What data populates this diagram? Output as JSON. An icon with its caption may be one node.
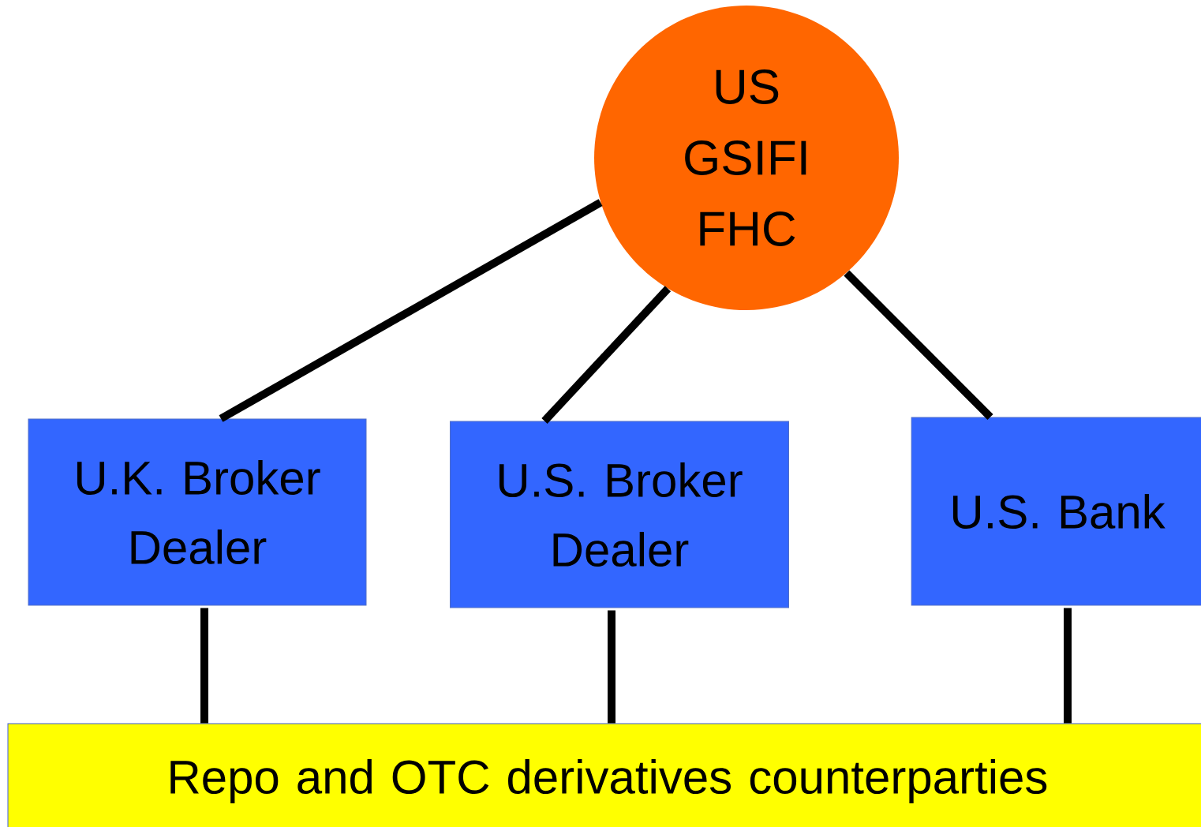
{
  "diagram": {
    "nodes": [
      {
        "text": [
          "US GSIFI FHC"
        ]
      },
      {
        "text": [
          "U.K. Broker Dealer"
        ]
      },
      {
        "text": [
          "U.S. Broker Dealer"
        ]
      },
      {
        "text": [
          "U.S. Bank"
        ]
      },
      {
        "text": [
          "Repo and OTC derivatives counterparties"
        ]
      }
    ],
    "edges": [
      {
        "from": 0,
        "to": 1,
        "arrow": "none"
      },
      {
        "from": 0,
        "to": 2,
        "arrow": "none"
      },
      {
        "from": 0,
        "to": 3,
        "arrow": "none"
      },
      {
        "from": 1,
        "to": 4,
        "arrow": "none"
      },
      {
        "from": 2,
        "to": 4,
        "arrow": "none"
      },
      {
        "from": 3,
        "to": 4,
        "arrow": "none"
      }
    ]
  }
}
